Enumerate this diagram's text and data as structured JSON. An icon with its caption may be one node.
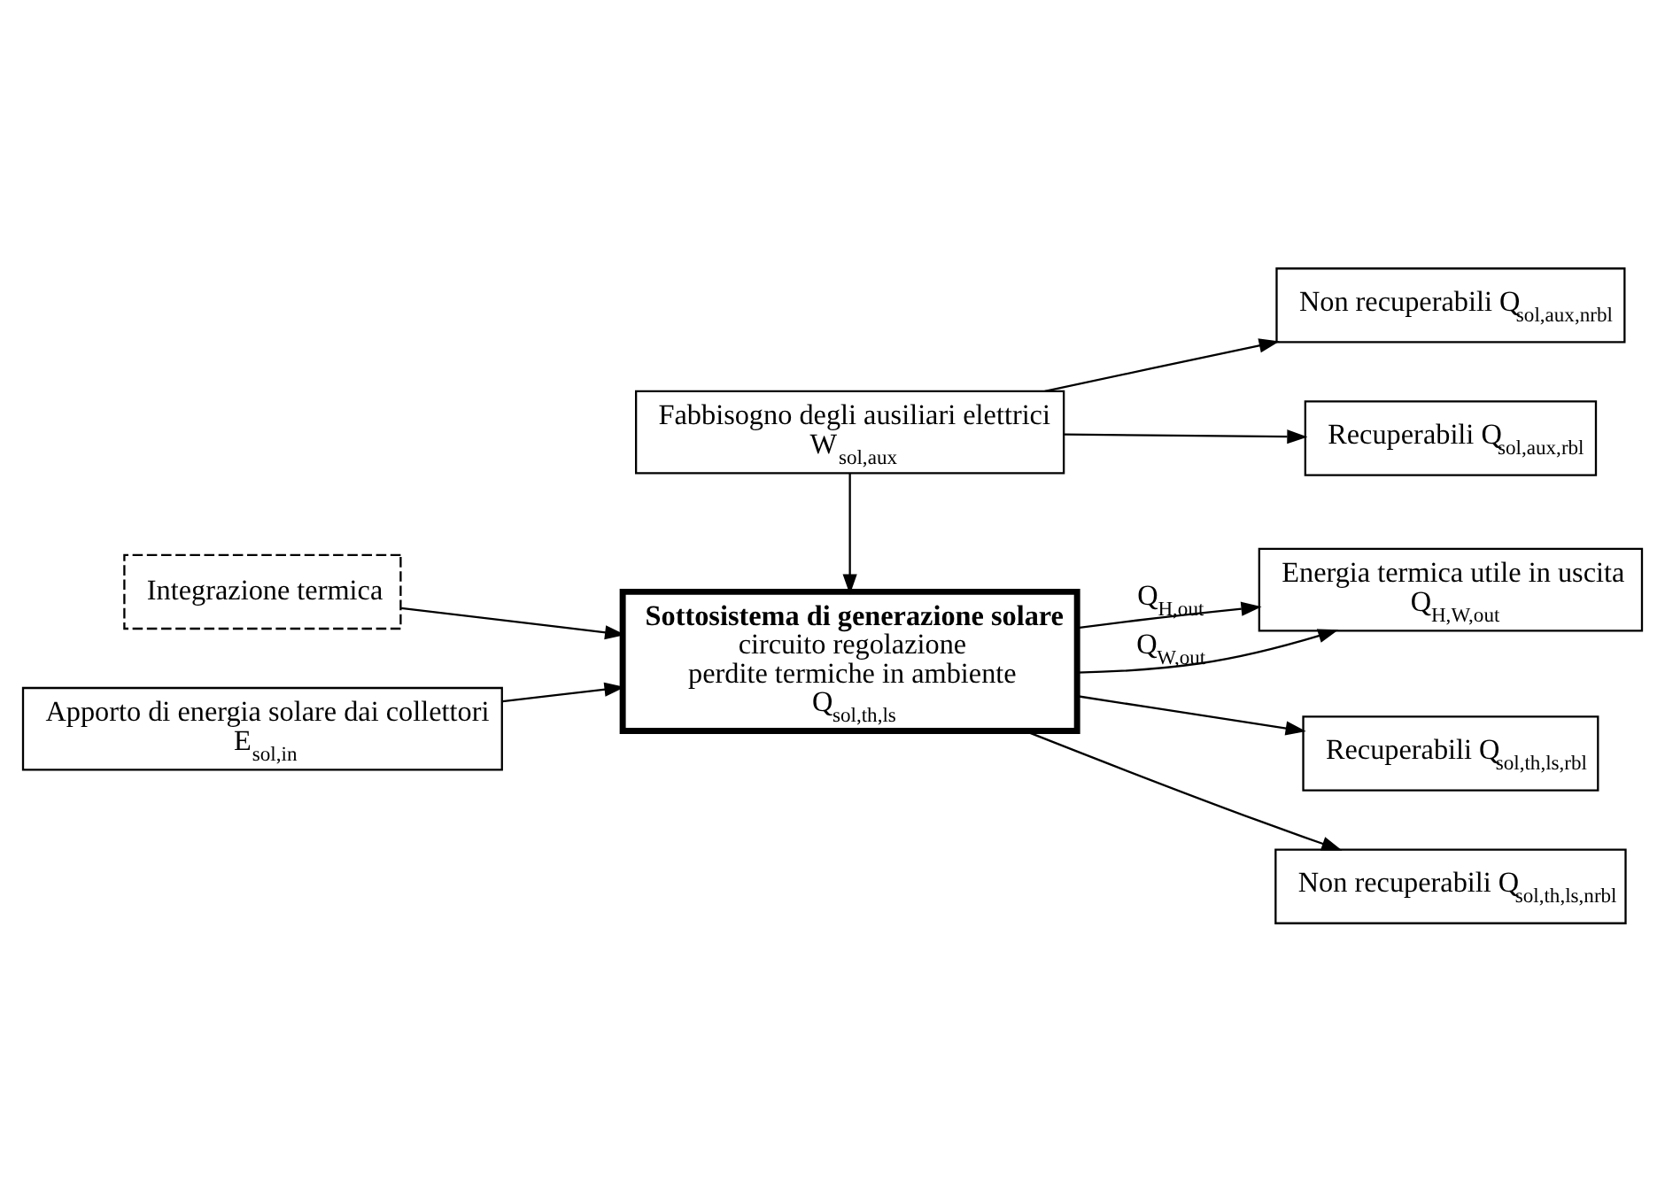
{
  "diagram": {
    "nodes": [
      {
        "text": [
          "Fabbisogno degli ausiliari elettrici",
          "W$_{sol,aux}$"
        ]
      },
      {
        "text": [
          "Non recuperabili Q$_{sol,aux,nrbl}$"
        ]
      },
      {
        "text": [
          "Integrazione termica"
        ]
      },
      {
        "text": [
          "Recuperabili Q$_{sol,aux,rbl}$"
        ]
      },
      {
        "text": [
          "Sottosistema di generazione solare",
          "circuito regolazione",
          "perdite termiche in ambiente",
          "Q$_{sol,th,ls}$"
        ]
      },
      {
        "text": [
          "Apporto di energia solare dai collettori",
          "E$_{sol,in}$"
        ]
      },
      {
        "text": [
          "Energia termica utile in uscita",
          "Q$_{H,W,out}$"
        ]
      },
      {
        "text": [
          "Recuperabili Q$_{sol,th,ls,rbl}$"
        ]
      },
      {
        "text": [
          "Non recuperabili Q$_{sol,th,ls,nrbl}$"
        ]
      }
    ],
    "edges": [
      {
        "from": 0,
        "to": 1,
        "arrow": "to"
      },
      {
        "from": 0,
        "to": 3,
        "arrow": "to"
      },
      {
        "from": 0,
        "to": 4,
        "arrow": "to"
      },
      {
        "from": 2,
        "to": 4,
        "arrow": "to"
      },
      {
        "from": 5,
        "to": 4,
        "arrow": "to"
      },
      {
        "from": 4,
        "to": 6,
        "arrow": "to",
        "label": "Q$_{H,out}$"
      },
      {
        "from": 4,
        "to": 6,
        "arrow": "to",
        "label": "Q$_{W,out}$"
      },
      {
        "from": 4,
        "to": 7,
        "arrow": "to"
      },
      {
        "from": 4,
        "to": 8,
        "arrow": "to"
      }
    ]
  }
}
